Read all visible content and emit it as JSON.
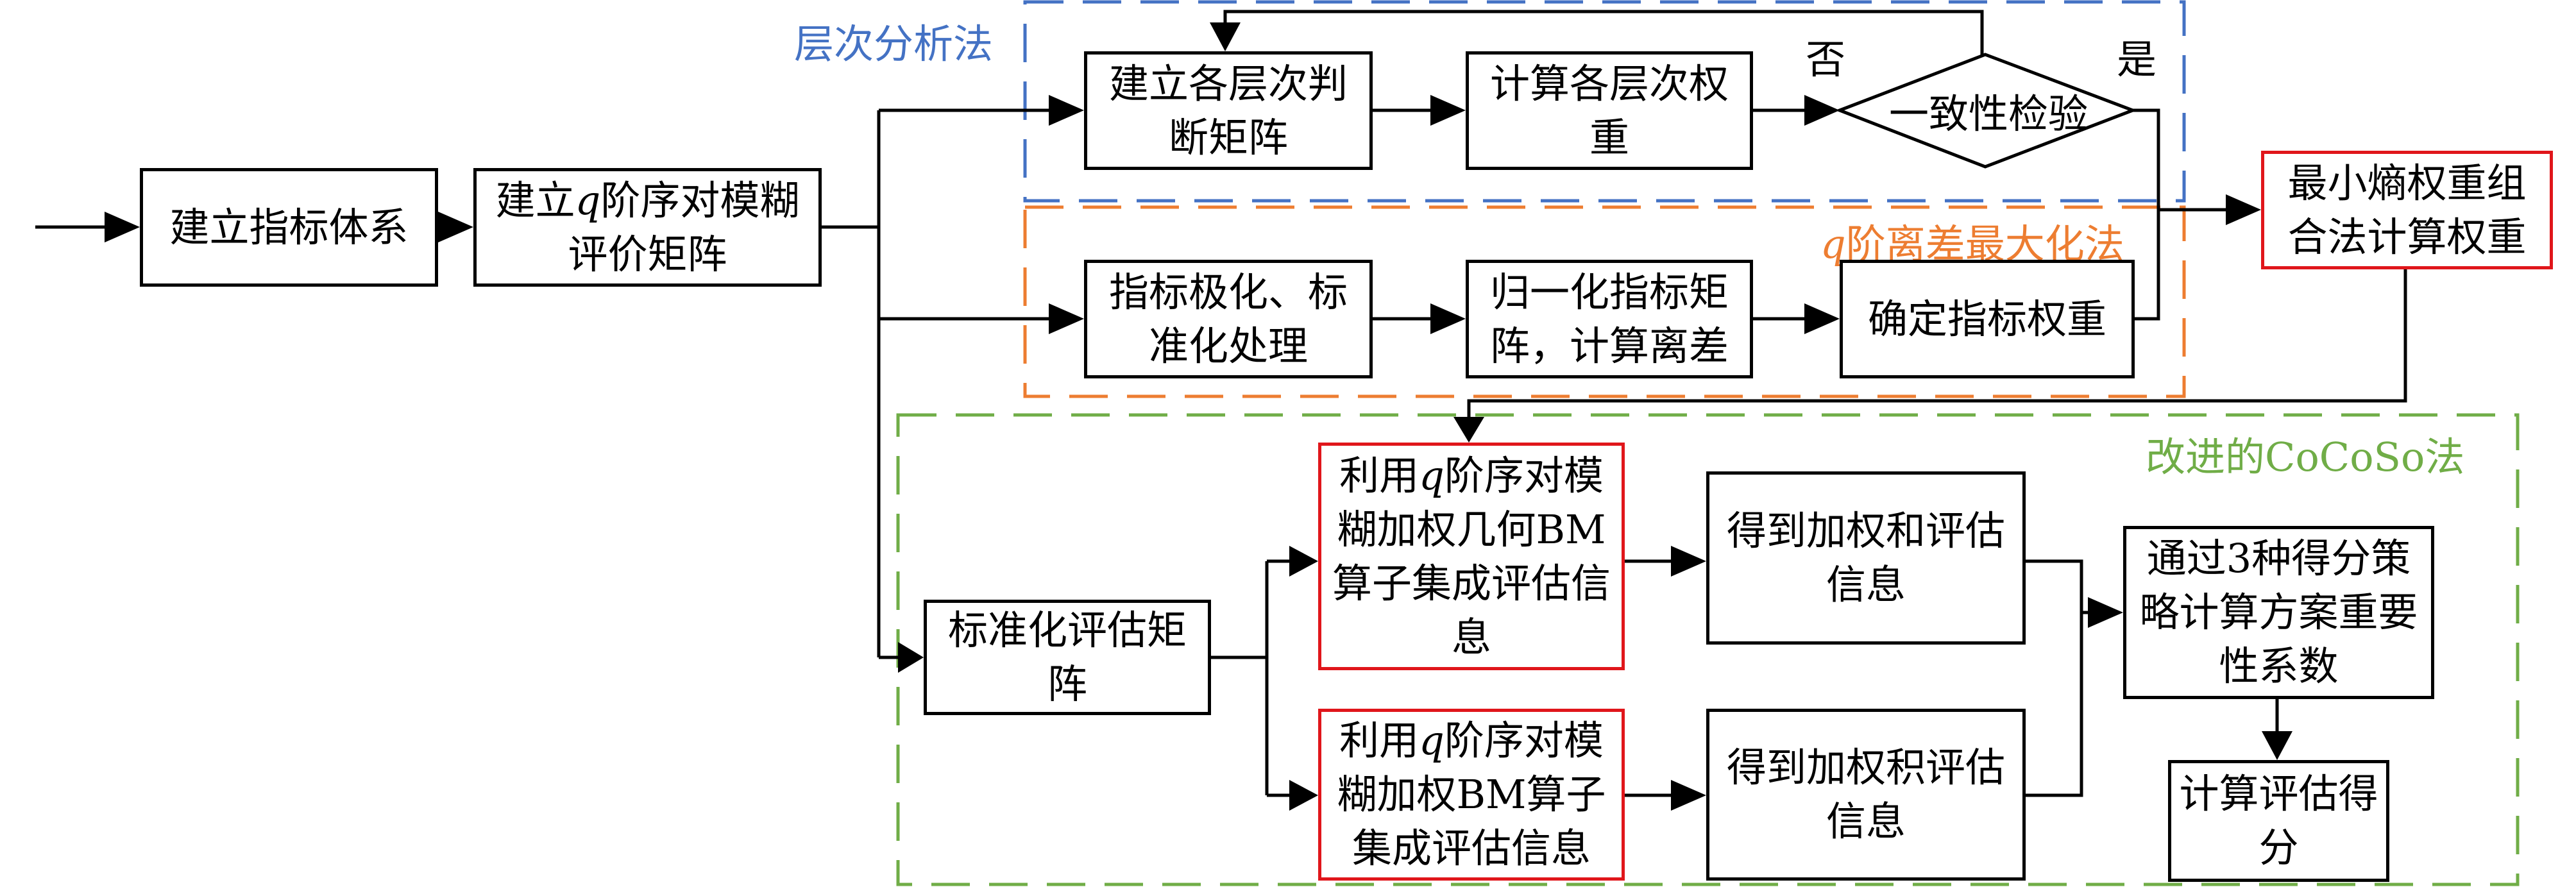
{
  "groups": {
    "ahp": "层次分析法",
    "qdev": "阶离差最大化法",
    "qdev_var": "q",
    "cocoso": "改进的CoCoSo法"
  },
  "nodes": {
    "build_index": "建立指标体系",
    "build_matrix_a": "建立",
    "build_matrix_q": "q",
    "build_matrix_b": "阶序对模糊评价矩阵",
    "judge_matrix": "建立各层次判断矩阵",
    "layer_weight": "计算各层次权重",
    "consistency": "一致性检验",
    "polarize": "指标极化、标准化处理",
    "normalize": "归一化指标矩阵，计算离差",
    "determine_weight": "确定指标权重",
    "min_entropy": "最小熵权重组合法计算权重",
    "std_eval_matrix": "标准化评估矩阵",
    "geo_bm_a": "利用",
    "geo_bm_q": "q",
    "geo_bm_b": "阶序对模糊加权几何BM算子集成评估信息",
    "bm_a": "利用",
    "bm_q": "q",
    "bm_b": "阶序对模糊加权BM算子集成评估信息",
    "weighted_sum": "得到加权和评估信息",
    "weighted_prod": "得到加权积评估信息",
    "three_scores": "通过3种得分策略计算方案重要性系数",
    "final_score": "计算评估得分"
  },
  "edge_labels": {
    "no": "否",
    "yes": "是"
  }
}
